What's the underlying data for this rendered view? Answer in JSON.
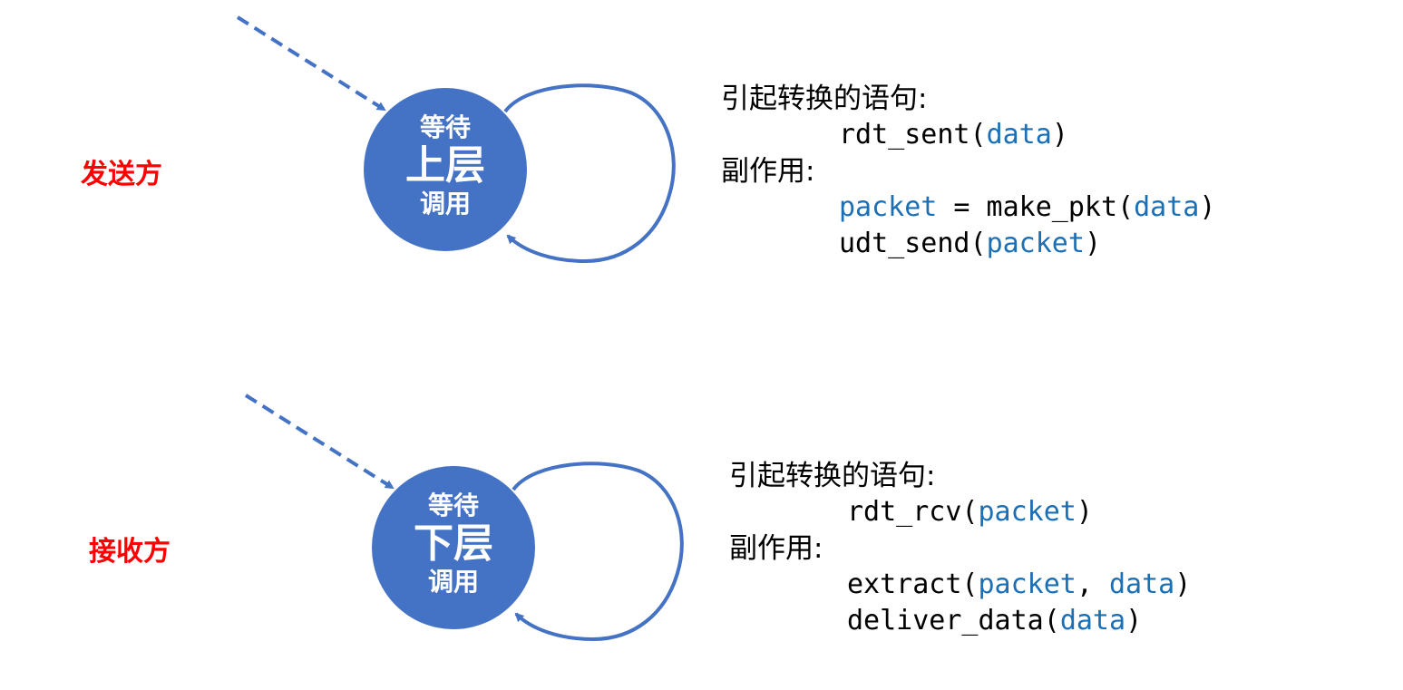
{
  "colors": {
    "state_fill": "#4472c4",
    "arrow": "#4472c4",
    "role_label": "#ff0000",
    "highlight": "#1b6fb5"
  },
  "sender": {
    "role": "发送方",
    "state": {
      "line1": "等待",
      "line2": "上层",
      "line3": "调用"
    },
    "cause_heading": "引起转换的语句:",
    "cause_code": [
      [
        {
          "t": "rdt_sent("
        },
        {
          "t": "data",
          "hl": true
        },
        {
          "t": ")"
        }
      ]
    ],
    "effect_heading": "副作用:",
    "effect_code": [
      [
        {
          "t": "packet",
          "hl": true
        },
        {
          "t": " = make_pkt("
        },
        {
          "t": "data",
          "hl": true
        },
        {
          "t": ")"
        }
      ],
      [
        {
          "t": "udt_send("
        },
        {
          "t": "packet",
          "hl": true
        },
        {
          "t": ")"
        }
      ]
    ]
  },
  "receiver": {
    "role": "接收方",
    "state": {
      "line1": "等待",
      "line2": "下层",
      "line3": "调用"
    },
    "cause_heading": "引起转换的语句:",
    "cause_code": [
      [
        {
          "t": "rdt_rcv("
        },
        {
          "t": "packet",
          "hl": true
        },
        {
          "t": ")"
        }
      ]
    ],
    "effect_heading": "副作用:",
    "effect_code": [
      [
        {
          "t": "extract("
        },
        {
          "t": "packet",
          "hl": true
        },
        {
          "t": ", "
        },
        {
          "t": "data",
          "hl": true
        },
        {
          "t": ")"
        }
      ],
      [
        {
          "t": "deliver_data("
        },
        {
          "t": "data",
          "hl": true
        },
        {
          "t": ")"
        }
      ]
    ]
  }
}
